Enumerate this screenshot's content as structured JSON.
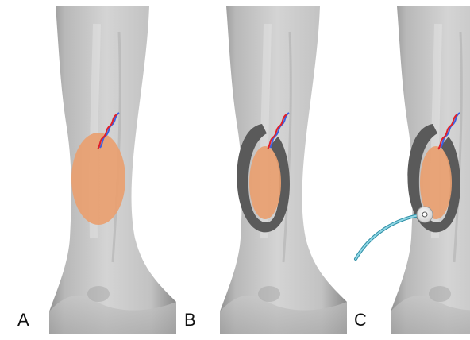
{
  "figure": {
    "panels": [
      {
        "label": "A"
      },
      {
        "label": "B"
      },
      {
        "label": "C"
      }
    ]
  },
  "colors": {
    "flap": "#e9a070",
    "padding_ring": "#5a5a5a",
    "artery": "#e0202a",
    "vein": "#3d5fe0",
    "drain_tube": "#4fb3c9",
    "port": "#e8e8e8",
    "leg_skin": "#bdbdbd"
  }
}
